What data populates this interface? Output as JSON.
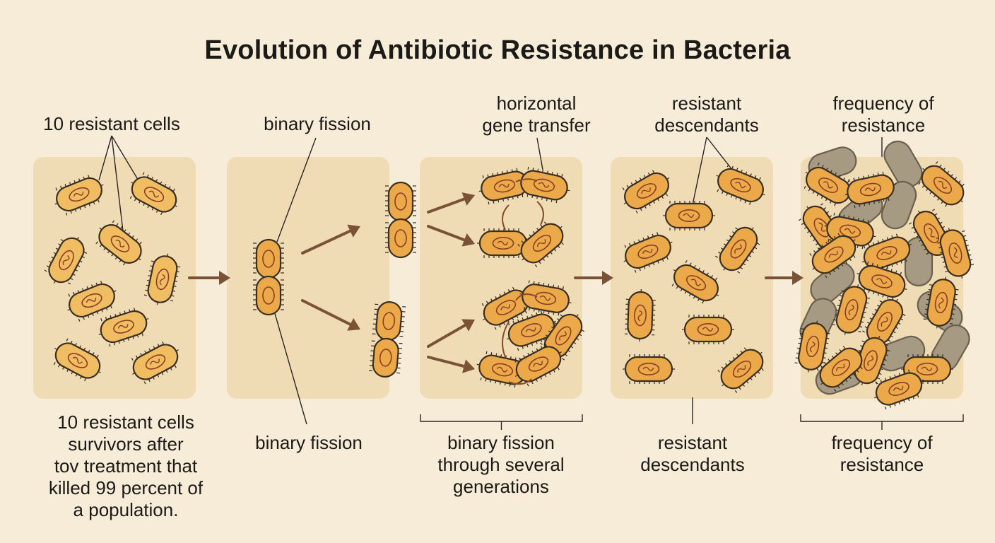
{
  "title": "Evolution of Antibiotic Resistance in Bacteria",
  "stages": [
    {
      "top_label": "10 resistant cells",
      "bottom_lines": [
        "10 resistant cells",
        "survivors after",
        "tov treatment that",
        "killed 99 percent of",
        "a population."
      ]
    },
    {
      "top_label": "binary fission",
      "bottom_lines": [
        "binary fission"
      ]
    },
    {
      "top_lines": [
        "horizontal",
        "gene transfer"
      ],
      "bottom_lines": [
        "binary fission",
        "through several",
        "generations"
      ]
    },
    {
      "top_lines": [
        "resistant",
        "descendants"
      ],
      "bottom_lines": [
        "resistant",
        "descendants"
      ]
    },
    {
      "top_lines": [
        "frequency of",
        "resistance"
      ],
      "bottom_lines": [
        "frequency of",
        "resistance"
      ]
    }
  ],
  "colors": {
    "background": "#f6ecd8",
    "panel": "#efdcb5",
    "cell_fill": "#eba94a",
    "cell_fill_light": "#f0bd63",
    "cell_outline": "#3a2f22",
    "susceptible_cell": "#a79a82",
    "arrow": "#7a5337"
  }
}
